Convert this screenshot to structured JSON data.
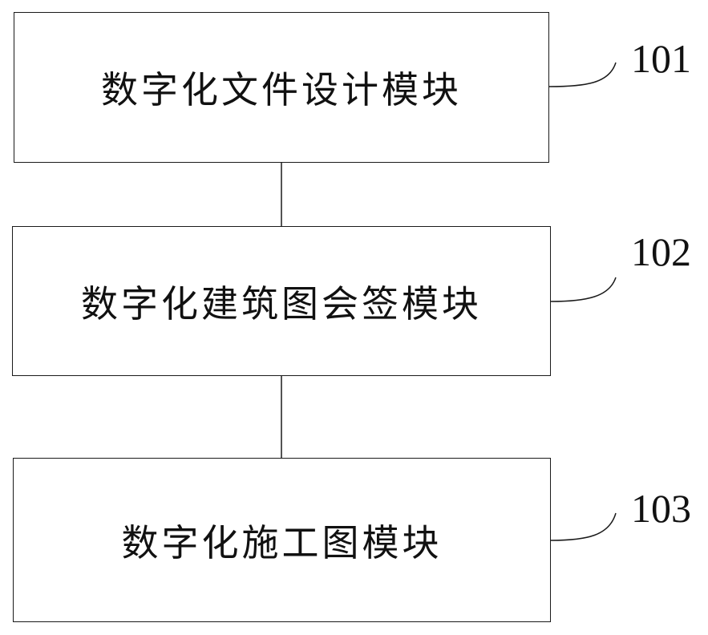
{
  "modules": [
    {
      "label": "数字化文件设计模块",
      "ref": "101"
    },
    {
      "label": "数字化建筑图会签模块",
      "ref": "102"
    },
    {
      "label": "数字化施工图模块",
      "ref": "103"
    }
  ],
  "colors": {
    "line": "#1a1a1a",
    "text": "#111111",
    "background": "#ffffff"
  }
}
